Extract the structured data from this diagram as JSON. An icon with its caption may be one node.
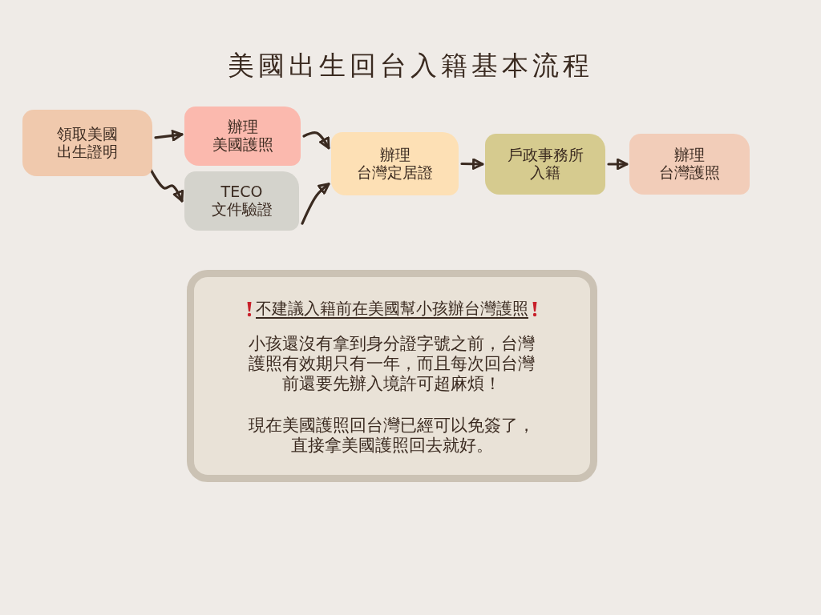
{
  "diagram": {
    "title": "美國出生回台入籍基本流程",
    "nodes": [
      {
        "text": [
          "領取美國出生證明"
        ]
      },
      {
        "text": [
          "辦理美國護照"
        ]
      },
      {
        "text": [
          "TECO文件驗證"
        ]
      },
      {
        "text": [
          "辦理台灣定居證"
        ]
      },
      {
        "text": [
          "戶政事務所入籍"
        ]
      },
      {
        "text": [
          "辦理台灣護照"
        ]
      },
      {
        "text": [
          "不建議入籍前在美國幫小孩辦台灣護照",
          "小孩還沒有拿到身分證字號之前，台灣護照有效期只有一年，而且每次回台灣前還要先辦入境許可超麻煩！",
          "現在美國護照回台灣已經可以免簽了，直接拿美國護照回去就好。"
        ]
      }
    ],
    "edges": [
      {
        "from": 0,
        "to": 1,
        "arrow": "to"
      },
      {
        "from": 0,
        "to": 2,
        "arrow": "to"
      },
      {
        "from": 1,
        "to": 3,
        "arrow": "to"
      },
      {
        "from": 2,
        "to": 3,
        "arrow": "to"
      },
      {
        "from": 3,
        "to": 4,
        "arrow": "to"
      },
      {
        "from": 4,
        "to": 5,
        "arrow": "to"
      }
    ]
  }
}
